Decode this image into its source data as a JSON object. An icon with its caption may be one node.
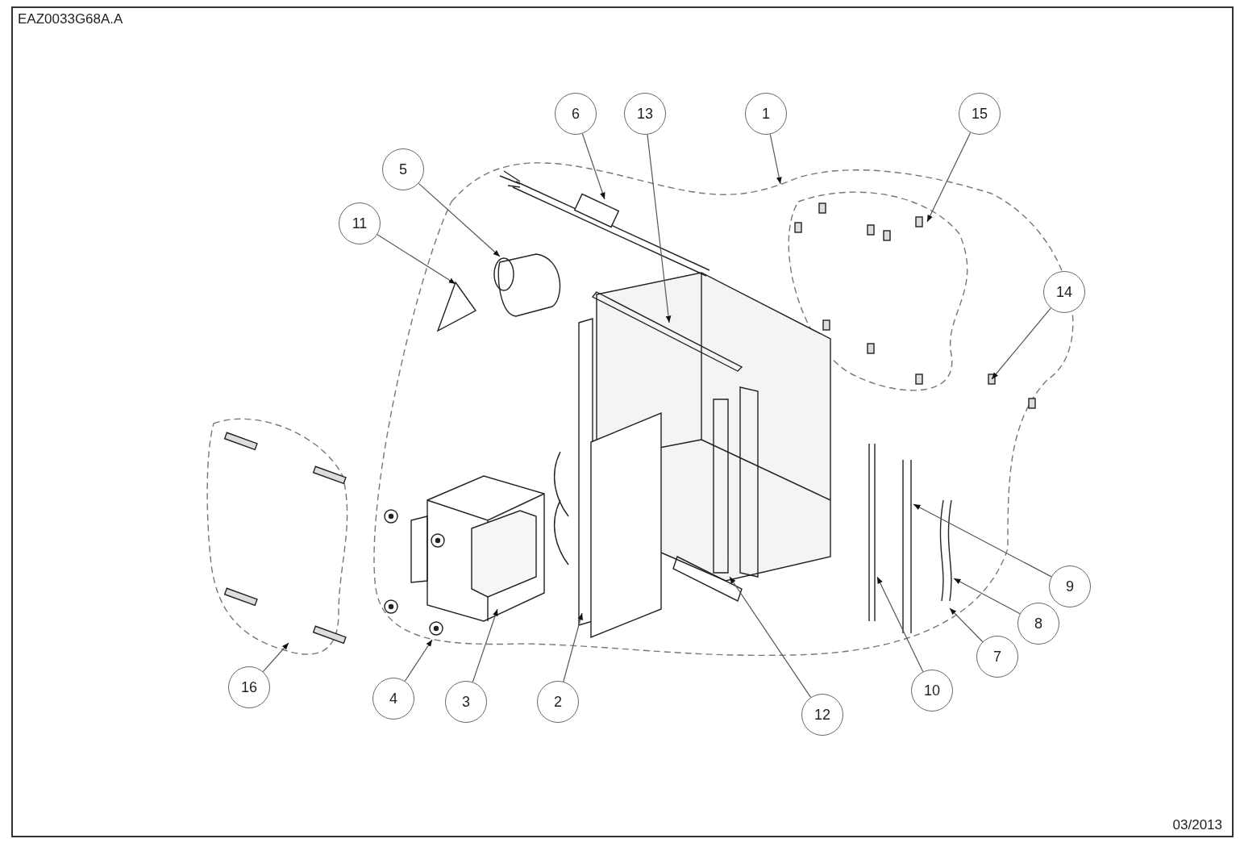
{
  "diagram": {
    "nodes": [
      {
        "text": [
          "6"
        ]
      },
      {
        "text": [
          "13"
        ]
      },
      {
        "text": [
          "1"
        ]
      },
      {
        "text": [
          "15"
        ]
      },
      {
        "text": [
          "5"
        ]
      },
      {
        "text": [
          "11"
        ]
      },
      {
        "text": [
          "14"
        ]
      },
      {
        "text": [
          "9"
        ]
      },
      {
        "text": [
          "8"
        ]
      },
      {
        "text": [
          "7"
        ]
      },
      {
        "text": [
          "16"
        ]
      },
      {
        "text": [
          "4"
        ]
      },
      {
        "text": [
          "3"
        ]
      },
      {
        "text": [
          "2"
        ]
      },
      {
        "text": [
          "10"
        ]
      },
      {
        "text": [
          "12"
        ]
      }
    ],
    "edges": [
      {
        "from": 0,
        "to": null,
        "arrow": "to"
      },
      {
        "from": 1,
        "to": null,
        "arrow": "to"
      },
      {
        "from": 2,
        "to": null,
        "arrow": "to"
      },
      {
        "from": 3,
        "to": null,
        "arrow": "to"
      },
      {
        "from": 4,
        "to": null,
        "arrow": "to"
      },
      {
        "from": 5,
        "to": null,
        "arrow": "to"
      },
      {
        "from": 6,
        "to": null,
        "arrow": "to"
      },
      {
        "from": 7,
        "to": null,
        "arrow": "to"
      },
      {
        "from": 8,
        "to": null,
        "arrow": "to"
      },
      {
        "from": 9,
        "to": null,
        "arrow": "to"
      },
      {
        "from": 10,
        "to": null,
        "arrow": "to"
      },
      {
        "from": 11,
        "to": null,
        "arrow": "to"
      },
      {
        "from": 12,
        "to": null,
        "arrow": "to"
      },
      {
        "from": 13,
        "to": null,
        "arrow": "to"
      },
      {
        "from": 14,
        "to": null,
        "arrow": "to"
      },
      {
        "from": 15,
        "to": null,
        "arrow": "to"
      }
    ],
    "labels": [
      "EAZ0033G68A.A",
      "03/2013"
    ]
  }
}
